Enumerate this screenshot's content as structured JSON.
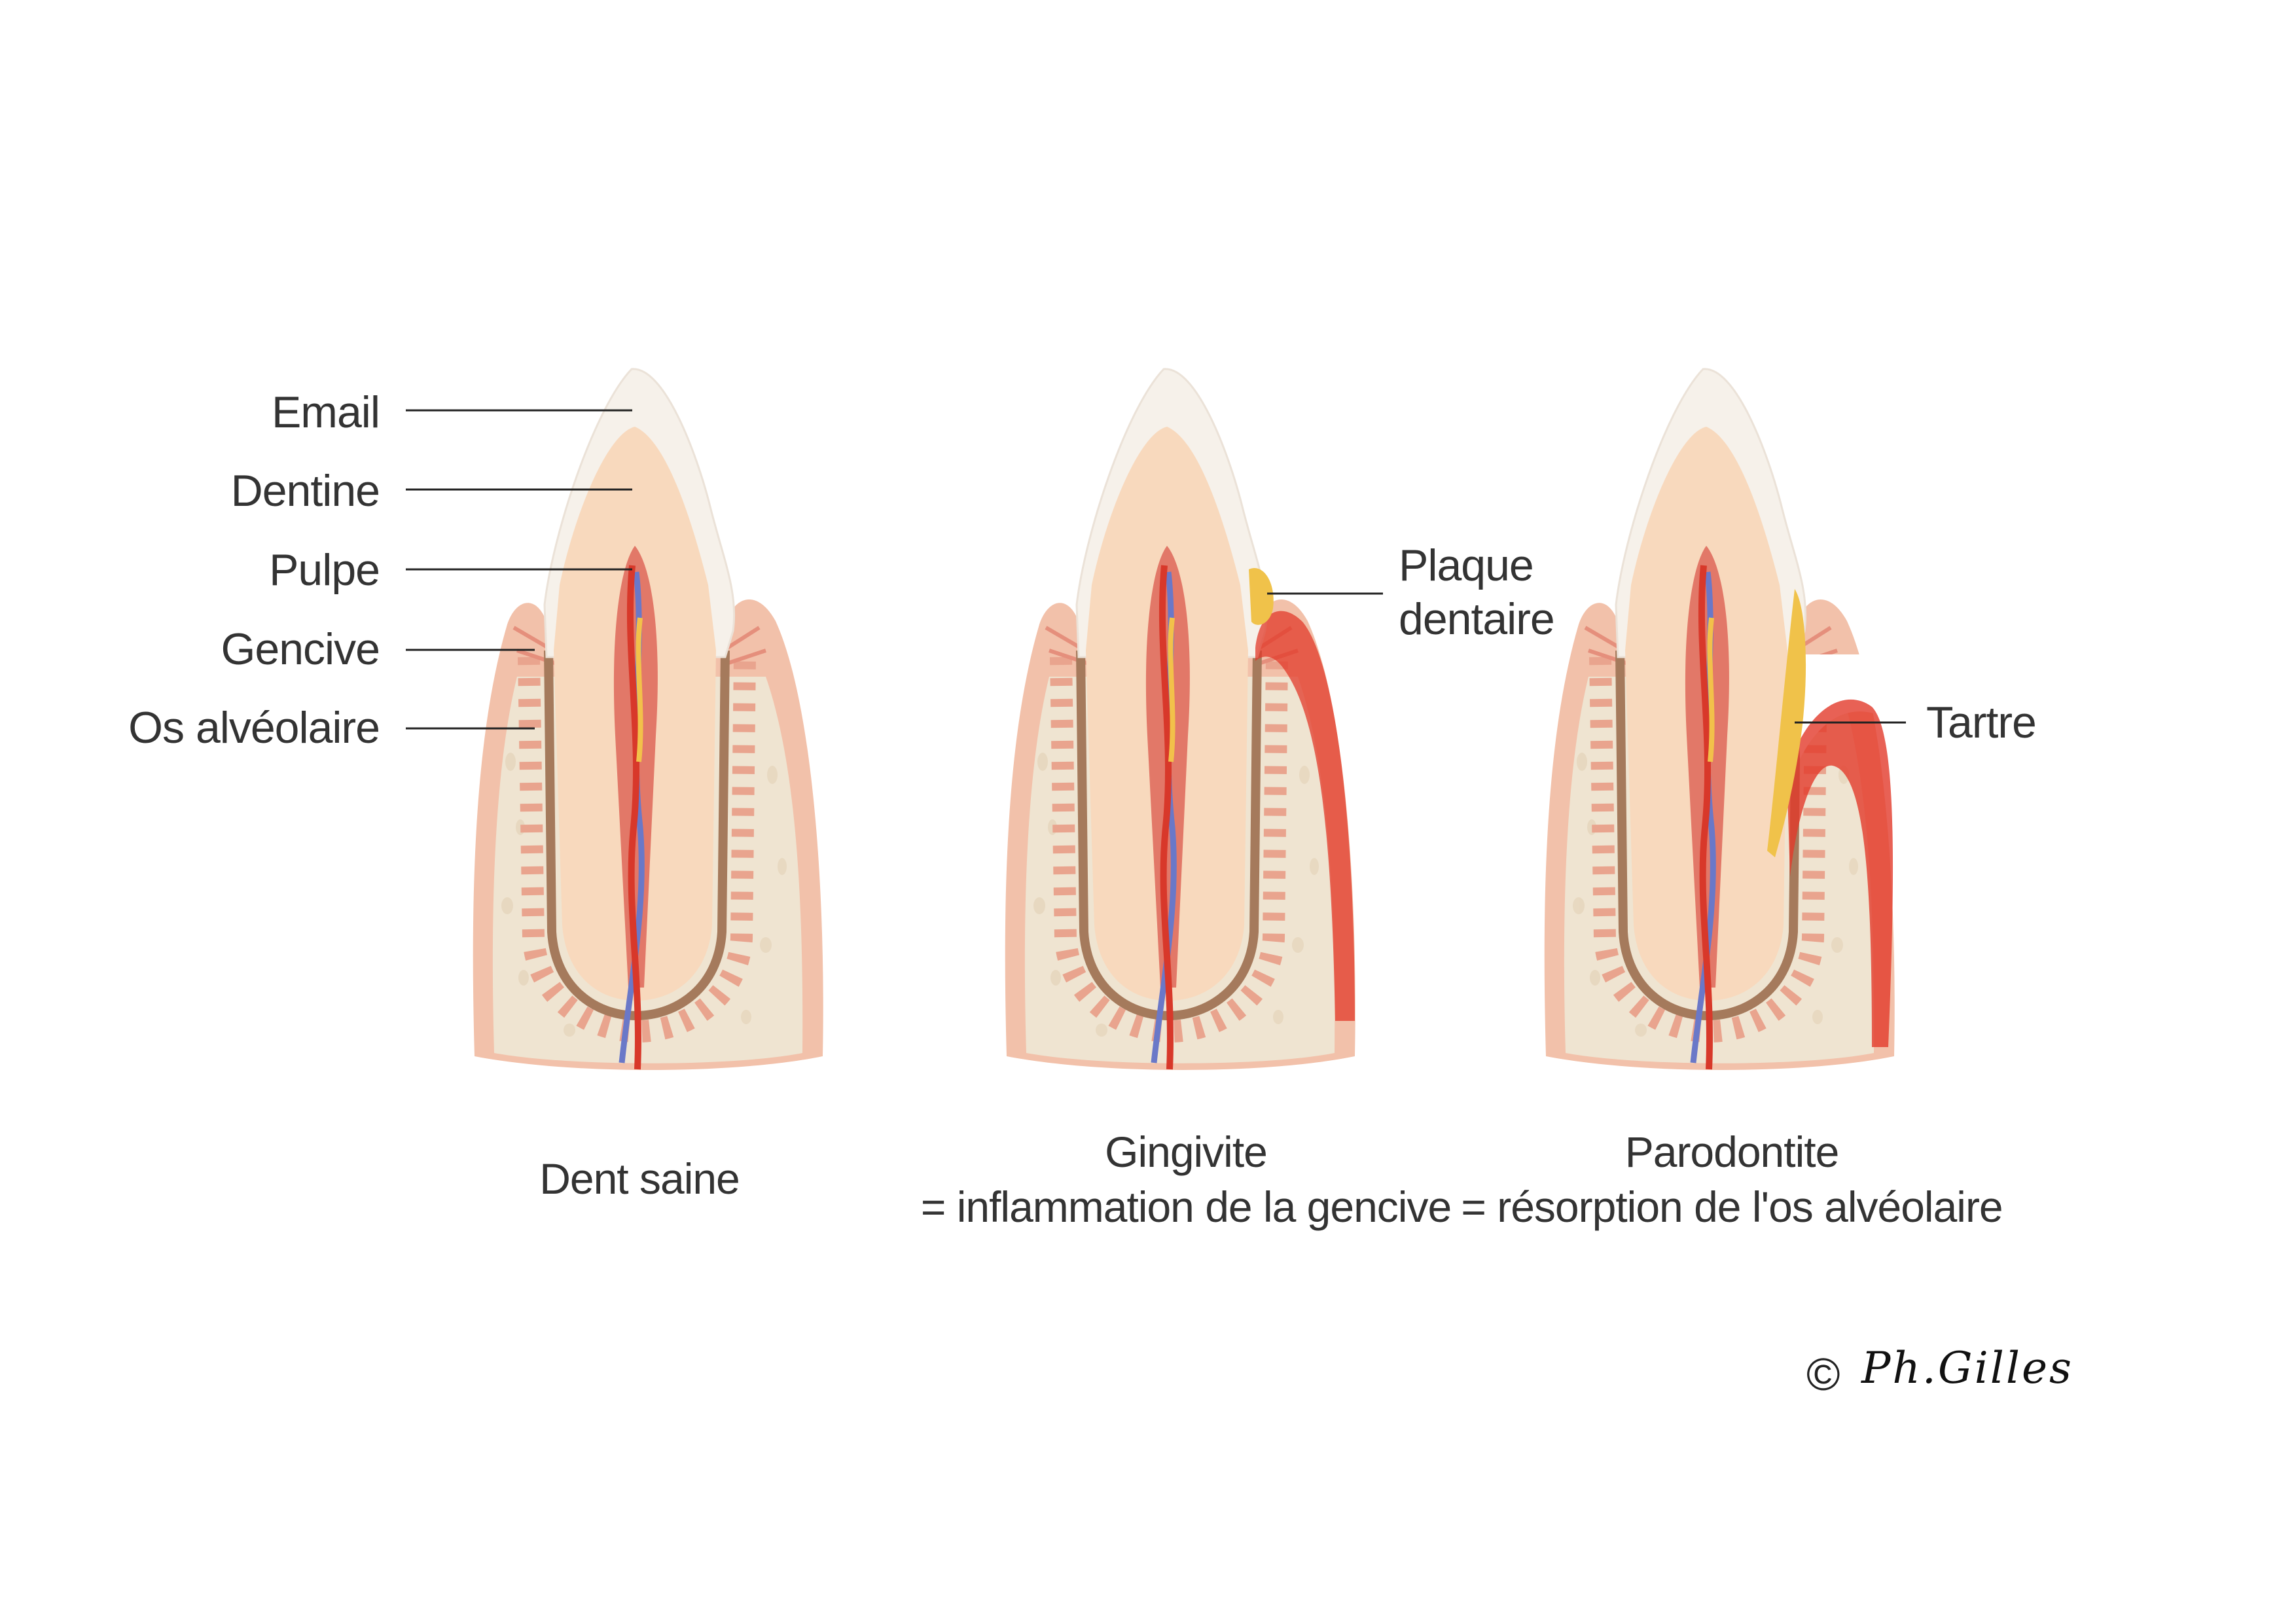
{
  "labels": {
    "email": "Email",
    "dentine": "Dentine",
    "pulpe": "Pulpe",
    "gencive": "Gencive",
    "os_alveolaire": "Os alvéolaire",
    "plaque_line1": "Plaque",
    "plaque_line2": "dentaire",
    "tartre": "Tartre"
  },
  "captions": {
    "healthy": "Dent saine",
    "gingivitis_title": "Gingivite",
    "gingivitis_desc": "= inflammation de la gencive",
    "periodontitis_title": "Parodontite",
    "periodontitis_desc": "= résorption de l'os alvéolaire"
  },
  "credit": {
    "copyright_symbol": "©",
    "signature": "Ph.Gilles"
  },
  "colors": {
    "enamel": "#f6f1ea",
    "dentin": "#f8d9bd",
    "gum": "#f2c1aa",
    "bone": "#efe4d1",
    "pulp": "#e27868",
    "inflammation": "#e23a2a",
    "plaque": "#f0c24a"
  }
}
